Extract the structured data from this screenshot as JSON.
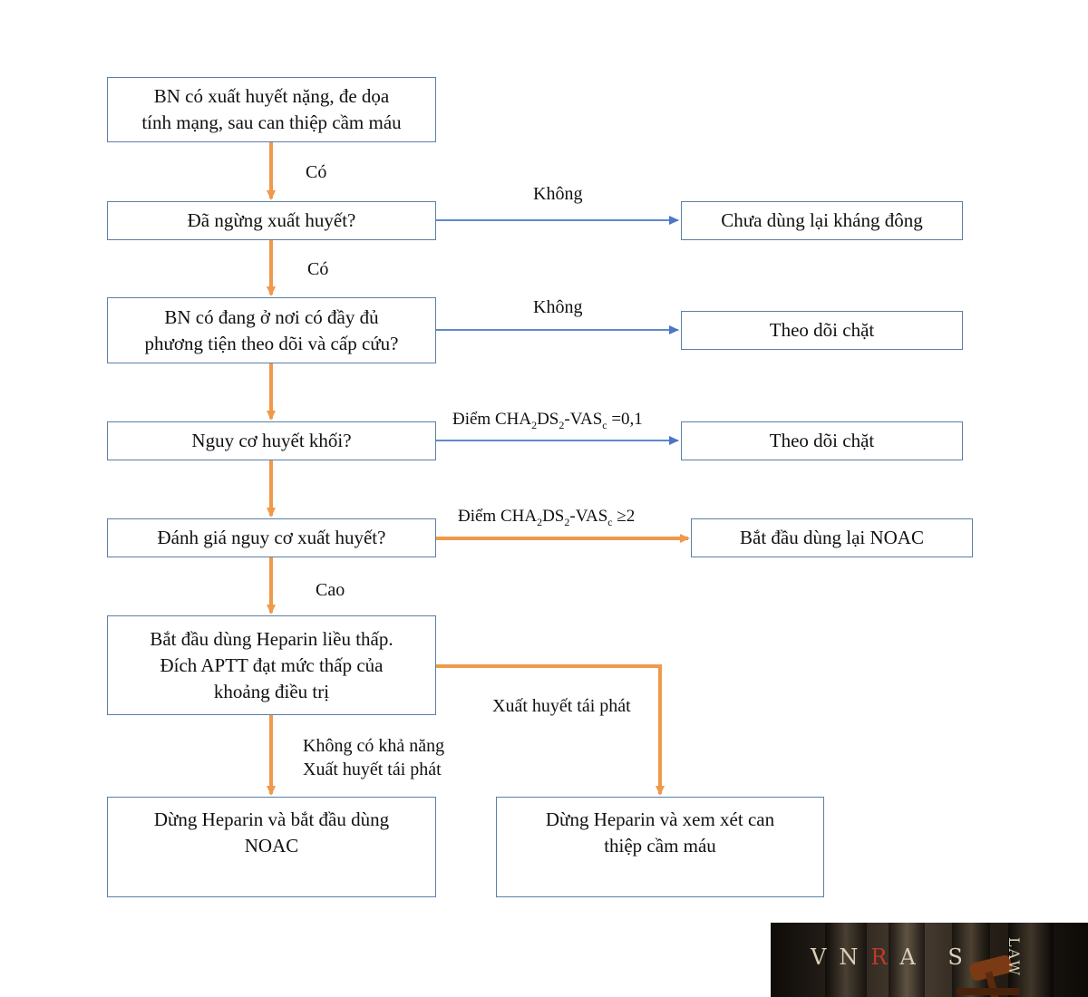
{
  "colors": {
    "box_border": "#5b7fa8",
    "arrow_orange": "#f0994b",
    "arrow_blue": "#4a78c2"
  },
  "boxes": {
    "severe_bleeding": "BN có xuất huyết nặng, đe dọa\ntính mạng, sau can thiệp cầm máu",
    "bleeding_stopped": "Đã ngừng xuất huyết?",
    "no_anticoag": "Chưa dùng lại kháng đông",
    "adequate_facility": "BN có đang ở nơi có đầy đủ\nphương tiện theo dõi và cấp cứu?",
    "monitor_1": "Theo dõi chặt",
    "thrombosis_risk": "Nguy cơ huyết khối?",
    "monitor_2": "Theo dõi chặt",
    "bleeding_risk": "Đánh giá nguy cơ xuất huyết?",
    "start_noac": "Bắt đầu dùng lại NOAC",
    "heparin_low": "Bắt đầu dùng Heparin liều thấp.\nĐích APTT đạt mức thấp của\nkhoảng điều trị",
    "stop_heparin_noac": "Dừng Heparin và bắt đầu dùng\nNOAC",
    "stop_heparin_hemostasis": "Dừng Heparin và xem xét can\nthiệp cầm máu"
  },
  "labels": {
    "yes_1": "Có",
    "yes_2": "Có",
    "no_1": "Không",
    "no_2": "Không",
    "score_low_prefix": "Điểm CHA",
    "score_low_sub1": "2",
    "score_low_mid": "DS",
    "score_low_sub2": "2",
    "score_low_vas": "-VAS",
    "score_low_subc": "c",
    "score_low_value": " =0,1",
    "score_high_prefix": "Điểm CHA",
    "score_high_sub1": "2",
    "score_high_mid": "DS",
    "score_high_sub2": "2",
    "score_high_vas": "-VAS",
    "score_high_subc": "c",
    "score_high_value": " ≥2",
    "high": "Cao",
    "no_rebleed": "Không có khả năng\nXuất huyết tái phát",
    "rebleed": "Xuất huyết tái phát"
  },
  "logo": {
    "letters_v": "V",
    "letters_n": "N",
    "letters_r": "R",
    "letters_a": "A",
    "letters_s": "S",
    "law": "LAW"
  }
}
